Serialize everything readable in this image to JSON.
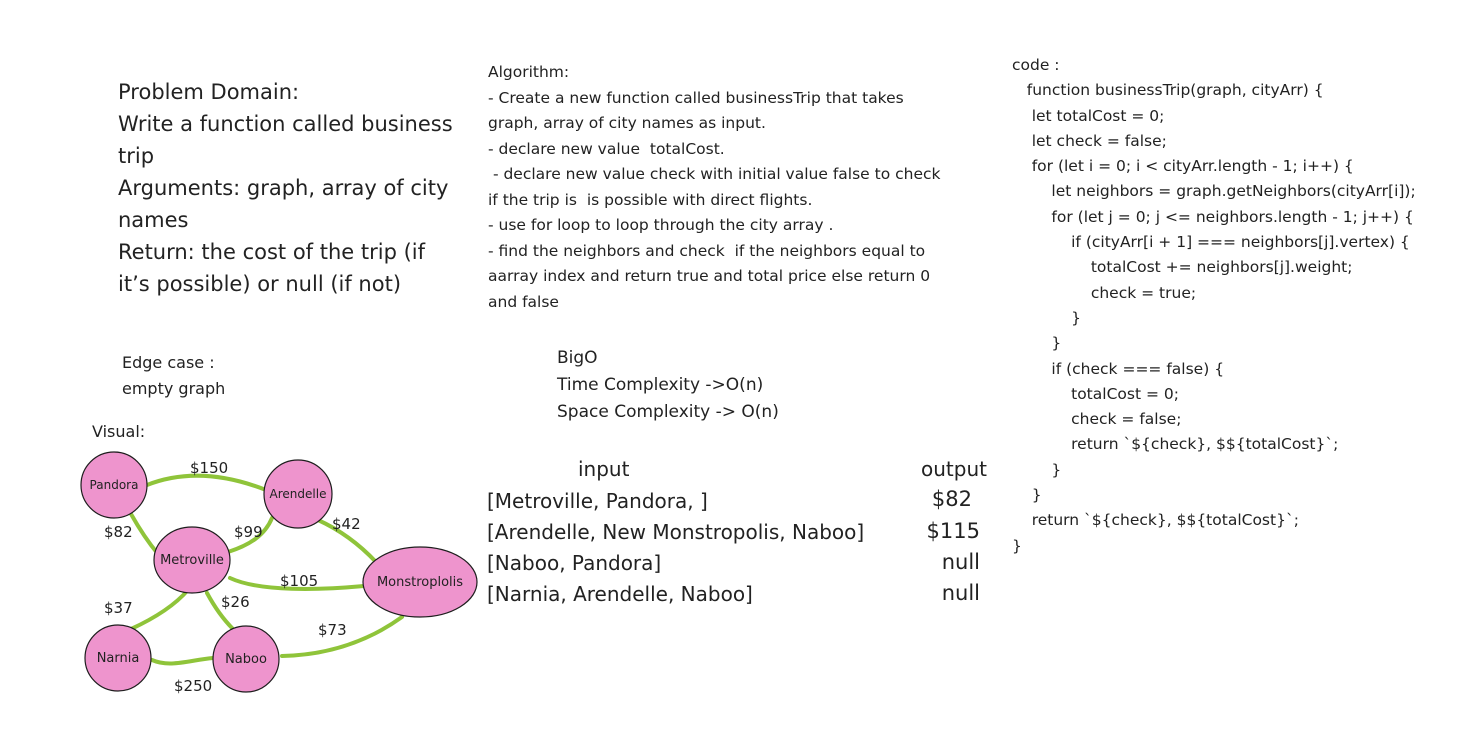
{
  "problem_domain": {
    "lines": [
      "Problem Domain:",
      "Write a function called business",
      "trip",
      "Arguments: graph, array of city",
      "names",
      "Return: the cost of the trip (if",
      "it’s possible) or null (if not)"
    ]
  },
  "algorithm": {
    "lines": [
      "Algorithm:",
      "- Create a new function called businessTrip that takes",
      "graph, array of city names as input.",
      "- declare new value  totalCost.",
      " - declare new value check with initial value false to check",
      "if the trip is  is possible with direct flights.",
      "- use for loop to loop through the city array .",
      "- find the neighbors and check  if the neighbors equal to",
      "aarray index and return true and total price else return 0",
      "and false"
    ]
  },
  "code": {
    "lines": [
      "code :",
      "   function businessTrip(graph, cityArr) {",
      "    let totalCost = 0;",
      "    let check = false;",
      "    for (let i = 0; i < cityArr.length - 1; i++) {",
      "        let neighbors = graph.getNeighbors(cityArr[i]);",
      "        for (let j = 0; j <= neighbors.length - 1; j++) {",
      "            if (cityArr[i + 1] === neighbors[j].vertex) {",
      "                totalCost += neighbors[j].weight;",
      "                check = true;",
      "            }",
      "        }",
      "        if (check === false) {",
      "            totalCost = 0;",
      "            check = false;",
      "            return `${check}, $${totalCost}`;",
      "        }",
      "    }",
      "",
      "    return `${check}, $${totalCost}`;",
      "}"
    ]
  },
  "edge_case": {
    "title": "Edge case :",
    "value": "empty graph"
  },
  "big_o": {
    "title": "BigO",
    "time": "Time Complexity ->O(n)",
    "space": "Space Complexity -> O(n)"
  },
  "io_table": {
    "input_header": "input",
    "output_header": "output",
    "rows": [
      {
        "input": "[Metroville, Pandora, ]",
        "output": "$82"
      },
      {
        "input": "[Arendelle, New Monstropolis, Naboo]",
        "output": "$115"
      },
      {
        "input": "[Naboo, Pandora]",
        "output": "null"
      },
      {
        "input": "[Narnia, Arendelle, Naboo]",
        "output": "null"
      }
    ]
  },
  "visual": {
    "label": "Visual:",
    "node_color": "#ee94cd",
    "edge_color": "#8fc43a",
    "nodes": [
      {
        "id": "pandora",
        "label": "Pandora"
      },
      {
        "id": "arendelle",
        "label": "Arendelle"
      },
      {
        "id": "metroville",
        "label": "Metroville"
      },
      {
        "id": "monstroplolis",
        "label": "Monstroplolis"
      },
      {
        "id": "narnia",
        "label": "Narnia"
      },
      {
        "id": "naboo",
        "label": "Naboo"
      }
    ],
    "edges": [
      {
        "from": "pandora",
        "to": "arendelle",
        "weight": "$150"
      },
      {
        "from": "pandora",
        "to": "metroville",
        "weight": "$82"
      },
      {
        "from": "arendelle",
        "to": "metroville",
        "weight": "$99"
      },
      {
        "from": "arendelle",
        "to": "monstroplolis",
        "weight": "$42"
      },
      {
        "from": "metroville",
        "to": "monstroplolis",
        "weight": "$105"
      },
      {
        "from": "metroville",
        "to": "narnia",
        "weight": "$37"
      },
      {
        "from": "metroville",
        "to": "naboo",
        "weight": "$26"
      },
      {
        "from": "monstroplolis",
        "to": "naboo",
        "weight": "$73"
      },
      {
        "from": "narnia",
        "to": "naboo",
        "weight": "$250"
      }
    ]
  }
}
